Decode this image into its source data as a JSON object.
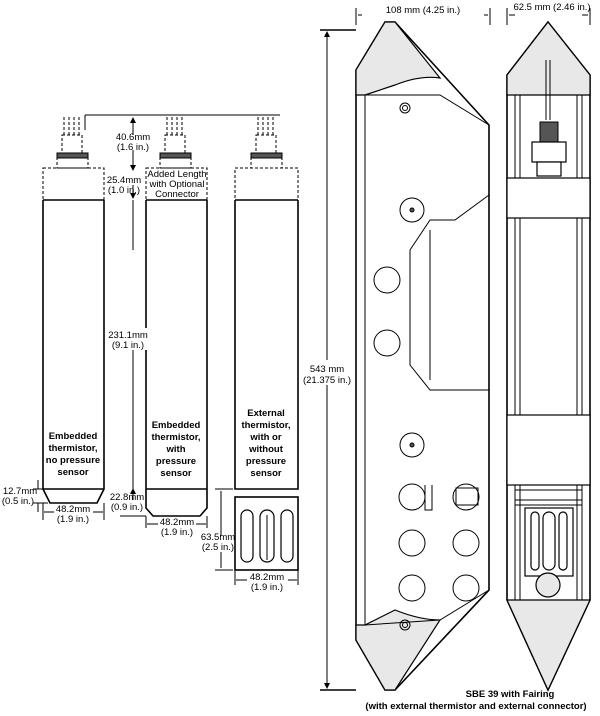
{
  "sensors": [
    {
      "label_lines": [
        "Embedded",
        "thermistor,",
        "no pressure",
        "sensor"
      ]
    },
    {
      "label_lines": [
        "Embedded",
        "thermistor,",
        "with",
        "pressure",
        "sensor"
      ]
    },
    {
      "label_lines": [
        "External",
        "thermistor,",
        "with or",
        "without",
        "pressure",
        "sensor"
      ]
    }
  ],
  "dimensions": {
    "connector_height": [
      "40.6mm",
      "(1.6 in.)"
    ],
    "connector_added": [
      "25.4mm",
      "(1.0 in.)"
    ],
    "added_length_note": [
      "Added Length",
      "with Optional",
      "Connector"
    ],
    "body_length": [
      "231.1mm",
      "(9.1 in.)"
    ],
    "end_cap_1": [
      "12.7mm",
      "(0.5 in.)"
    ],
    "end_cap_2": [
      "22.8mm",
      "(0.9 in.)"
    ],
    "guard_length": [
      "63.5mm",
      "(2.5 in.)"
    ],
    "width_1": [
      "48.2mm",
      "(1.9 in.)"
    ],
    "width_2": [
      "48.2mm",
      "(1.9 in.)"
    ],
    "width_3": [
      "48.2mm",
      "(1.9 in.)"
    ],
    "fairing_length": [
      "543 mm",
      "(21.375 in.)"
    ],
    "fairing_width": "108 mm (4.25 in.)",
    "fairing_depth": "62.5 mm (2.46 in.)"
  },
  "caption": [
    "SBE 39 with Fairing",
    "(with external thermistor and external connector)"
  ]
}
